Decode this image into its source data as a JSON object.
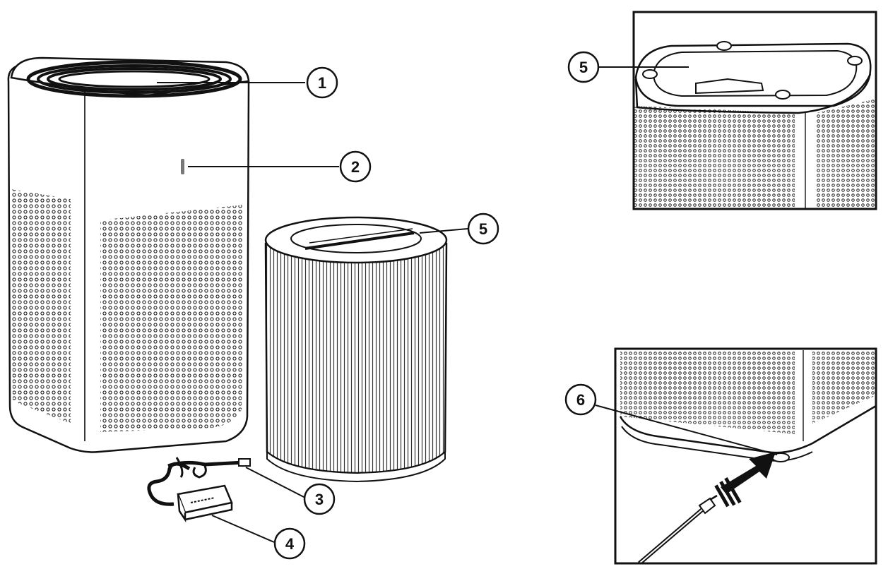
{
  "diagram": {
    "callouts": [
      {
        "id": "c1",
        "label": "1"
      },
      {
        "id": "c2",
        "label": "2"
      },
      {
        "id": "c3",
        "label": "3"
      },
      {
        "id": "c4",
        "label": "4"
      },
      {
        "id": "c5",
        "label": "5"
      },
      {
        "id": "c5b",
        "label": "5"
      },
      {
        "id": "c6",
        "label": "6"
      }
    ]
  },
  "colors": {
    "line": "#111111",
    "background": "#ffffff",
    "shade": "#d9d9d9"
  }
}
